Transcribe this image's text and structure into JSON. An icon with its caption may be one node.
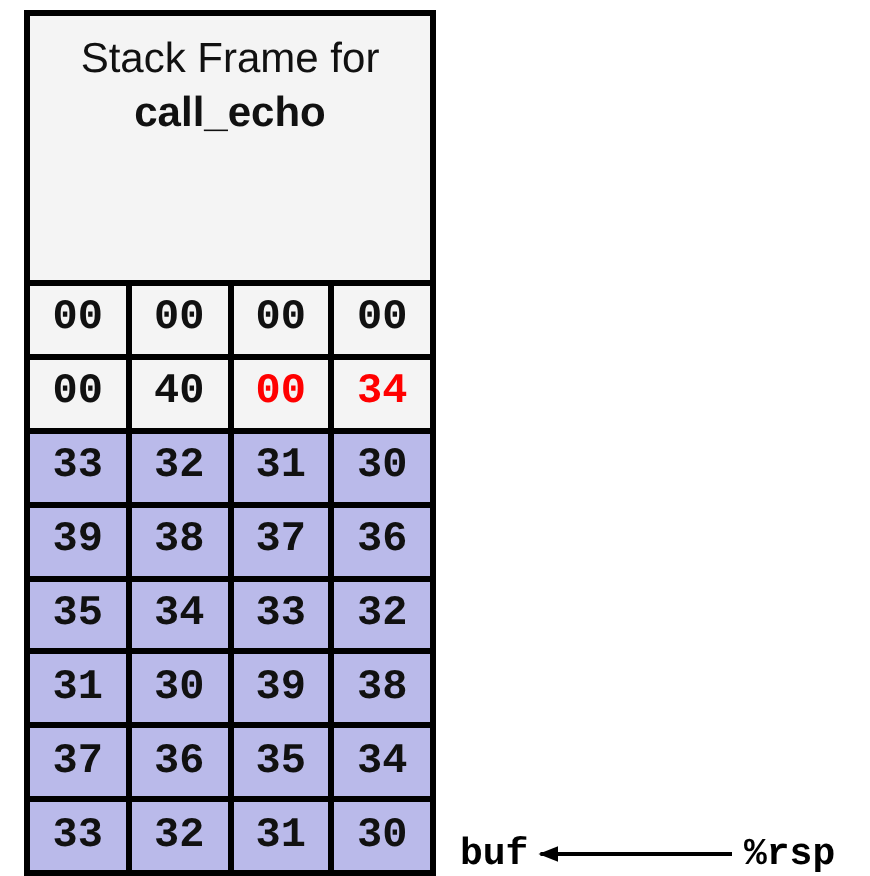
{
  "diagram": {
    "nodes": [
      {
        "text": [
          "Stack Frame for **call_echo**"
        ]
      },
      {
        "text": [
          "buf"
        ]
      },
      {
        "text": [
          "%rsp"
        ]
      }
    ],
    "edges": [
      {
        "from": 2,
        "to": 1,
        "arrow": "to"
      }
    ],
    "labels": [
      "00",
      "00",
      "00",
      "00",
      "00",
      "40",
      "00",
      "34",
      "33",
      "32",
      "31",
      "30",
      "39",
      "38",
      "37",
      "36",
      "35",
      "34",
      "33",
      "32",
      "31",
      "30",
      "39",
      "38",
      "37",
      "36",
      "35",
      "34",
      "33",
      "32",
      "31",
      "30"
    ]
  }
}
